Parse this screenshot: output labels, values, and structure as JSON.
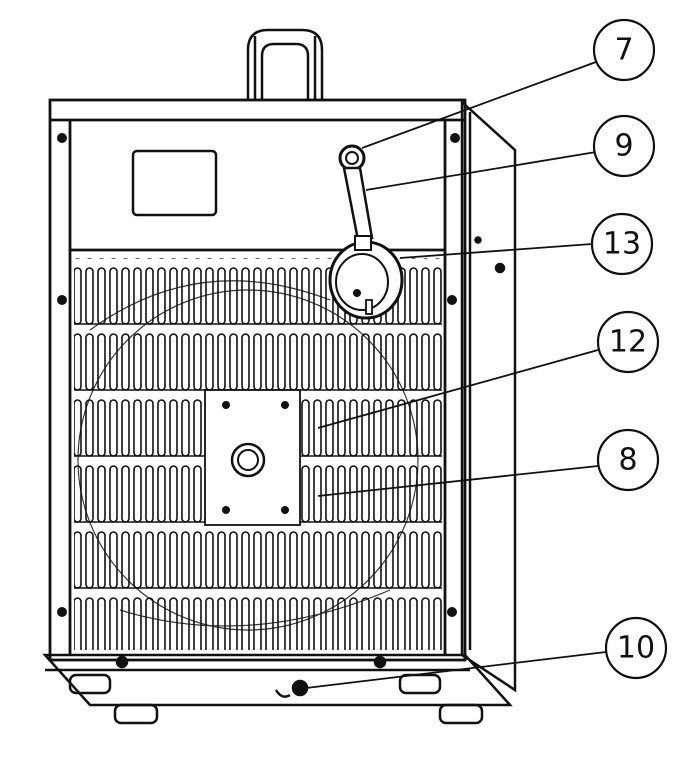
{
  "callouts": [
    {
      "id": "c7",
      "label": "7",
      "part": "cord-grommet"
    },
    {
      "id": "c9",
      "label": "9",
      "part": "power-cord"
    },
    {
      "id": "c13",
      "label": "13",
      "part": "plug"
    },
    {
      "id": "c12",
      "label": "12",
      "part": "rear-grille"
    },
    {
      "id": "c8",
      "label": "8",
      "part": "fan-guard"
    },
    {
      "id": "c10",
      "label": "10",
      "part": "drain-screw"
    }
  ],
  "colors": {
    "line": "#111111",
    "paper": "#ffffff",
    "shade": "#d9d9d9"
  }
}
